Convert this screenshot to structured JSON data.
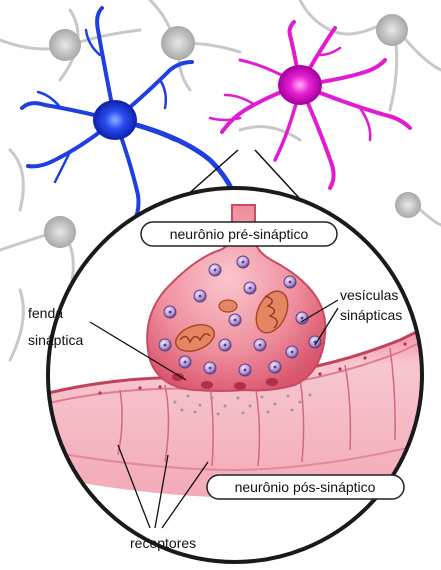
{
  "labels": {
    "pre_synaptic": "neurônio pré-sináptico",
    "post_synaptic": "neurônio pós-sináptico",
    "vesicles_line1": "vesículas",
    "vesicles_line2": "sinápticas",
    "cleft_line1": "fenda",
    "cleft_line2": "sináptica",
    "receptors": "receptores"
  },
  "colors": {
    "neuron_left": "#1f3fe0",
    "neuron_right": "#e21ad2",
    "background_neurons": "#b9b9b9",
    "terminal": "#f08c9a",
    "postsynaptic": "#f4b8c2",
    "vesicle": "#b69ad6",
    "mitochondria": "#e07a5f"
  }
}
